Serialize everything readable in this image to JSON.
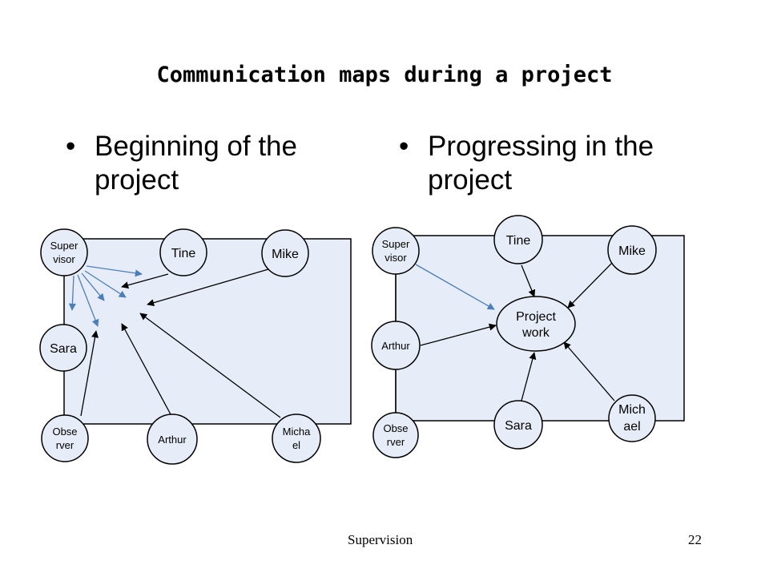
{
  "slide": {
    "title": "Communication maps during a project",
    "bullets": {
      "left": "Beginning of the project",
      "right": "Progressing in the project"
    },
    "bullet_symbol": "•",
    "footer": {
      "label": "Supervision",
      "page_number": "22"
    }
  },
  "diagram_left": {
    "nodes": {
      "supervisor": [
        "Super",
        "visor"
      ],
      "tine": [
        "Tine"
      ],
      "mike": [
        "Mike"
      ],
      "sara": [
        "Sara"
      ],
      "observer": [
        "Obse",
        "rver"
      ],
      "arthur": [
        "Arthur"
      ],
      "michael": [
        "Micha",
        "el"
      ]
    }
  },
  "diagram_right": {
    "nodes": {
      "supervisor": [
        "Super",
        "visor"
      ],
      "tine": [
        "Tine"
      ],
      "mike": [
        "Mike"
      ],
      "arthur": [
        "Arthur"
      ],
      "project_work": [
        "Project",
        "work"
      ],
      "observer": [
        "Obse",
        "rver"
      ],
      "sara": [
        "Sara"
      ],
      "michael": [
        "Mich",
        "ael"
      ]
    }
  },
  "colors": {
    "panel_fill": "#e7edf8",
    "node_fill": "#e7edf8",
    "outline": "#000000",
    "supervisor_arrow": "#4a7ebf",
    "arrow": "#000000"
  }
}
